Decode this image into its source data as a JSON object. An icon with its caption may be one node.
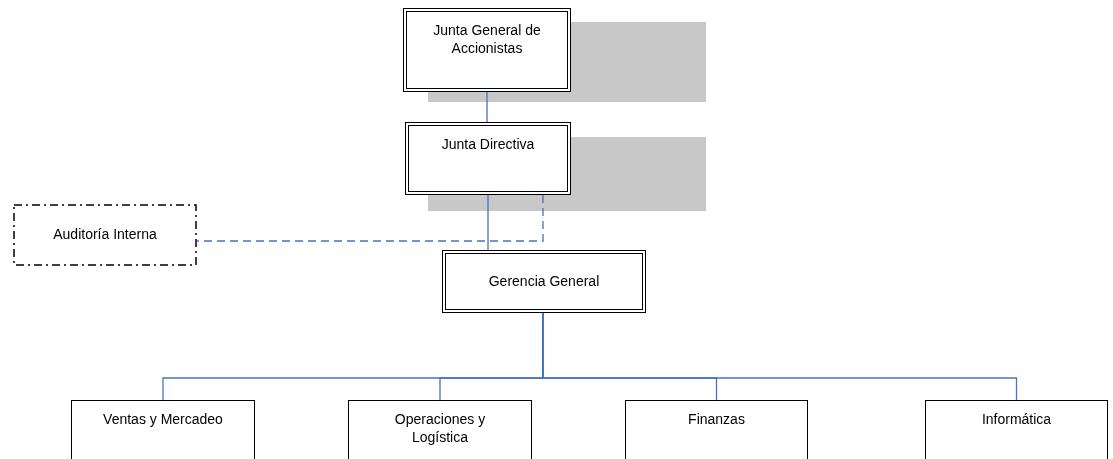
{
  "diagram": {
    "nodes": [
      {
        "text": [
          "Junta General de Accionistas"
        ]
      },
      {
        "text": [
          "Junta Directiva"
        ]
      },
      {
        "text": [
          "Auditoría Interna"
        ]
      },
      {
        "text": [
          "Gerencia General"
        ]
      },
      {
        "text": [
          "Ventas y Mercadeo"
        ]
      },
      {
        "text": [
          "Operaciones y Logística"
        ]
      },
      {
        "text": [
          "Finanzas"
        ]
      },
      {
        "text": [
          "Informática"
        ]
      }
    ],
    "edges": [
      {
        "from": 0,
        "to": 1,
        "arrow": "none"
      },
      {
        "from": 1,
        "to": 3,
        "arrow": "none"
      },
      {
        "from": 1,
        "to": 2,
        "arrow": "none",
        "style": "dashed"
      },
      {
        "from": 3,
        "to": 4,
        "arrow": "none"
      },
      {
        "from": 3,
        "to": 5,
        "arrow": "none"
      },
      {
        "from": 3,
        "to": 6,
        "arrow": "none"
      },
      {
        "from": 3,
        "to": 7,
        "arrow": "none"
      }
    ]
  }
}
